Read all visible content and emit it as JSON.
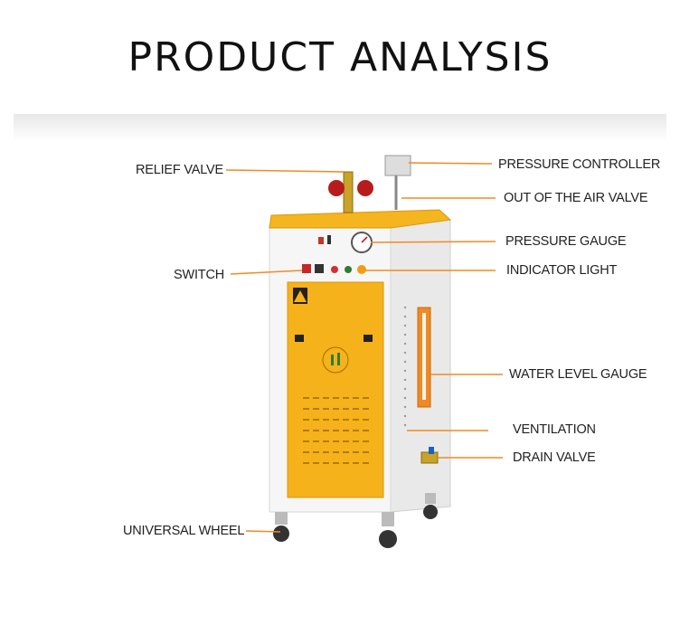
{
  "title": "PRODUCT ANALYSIS",
  "labels": {
    "relief_valve": "RELIEF VALVE",
    "switch": "SWITCH",
    "universal_wheel": "UNIVERSAL WHEEL",
    "pressure_controller": "PRESSURE CONTROLLER",
    "out_of_air_valve": "OUT OF THE AIR VALVE",
    "pressure_gauge": "PRESSURE GAUGE",
    "indicator_light": "INDICATOR LIGHT",
    "water_level_gauge": "WATER LEVEL GAUGE",
    "ventilation": "VENTILATION",
    "drain_valve": "DRAIN VALVE"
  },
  "colors": {
    "leader_line": "#f08a24",
    "cabinet_yellow": "#f6b21b",
    "body_white": "#f4f4f4"
  }
}
